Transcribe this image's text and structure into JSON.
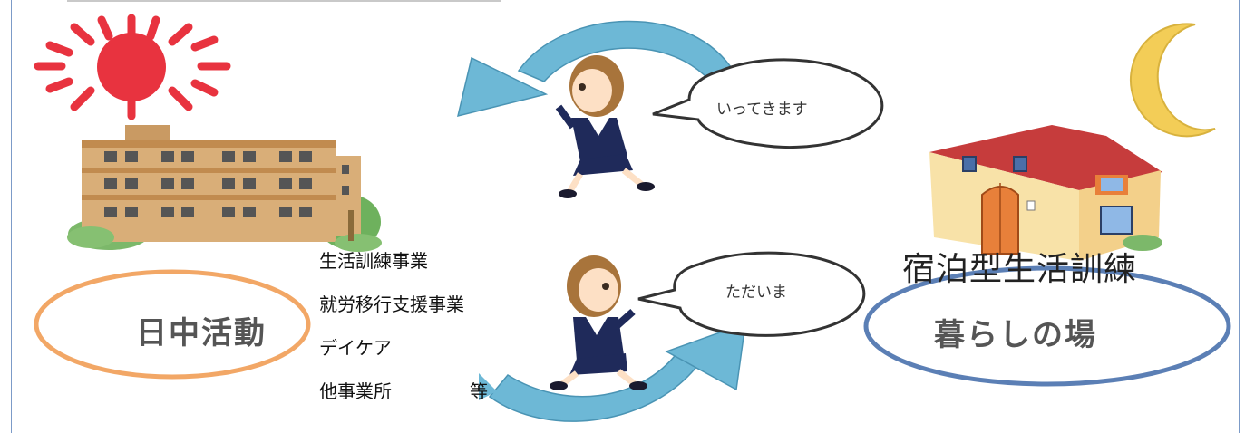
{
  "bubbles": {
    "morning": "いってきます",
    "evening": "ただいま"
  },
  "left": {
    "oval_label": "日中活動",
    "services": [
      "生活訓練事業",
      "就労移行支援事業",
      "デイケア",
      "他事業所"
    ],
    "suffix": "等"
  },
  "right": {
    "title": "宿泊型生活訓練",
    "oval_label": "暮らしの場"
  },
  "colors": {
    "sun": "#e8333f",
    "moon": "#f3cd57",
    "arrow": "#6db8d6",
    "left_oval": "#f2a766",
    "right_oval": "#5b7fb5",
    "building": "#c99a63",
    "house_roof": "#c63c3c",
    "house_wall": "#f8e2a8",
    "door": "#e8803a"
  },
  "icons": [
    "sun-icon",
    "moon-icon",
    "apartment-building-icon",
    "house-icon",
    "girl-walking-icon"
  ]
}
